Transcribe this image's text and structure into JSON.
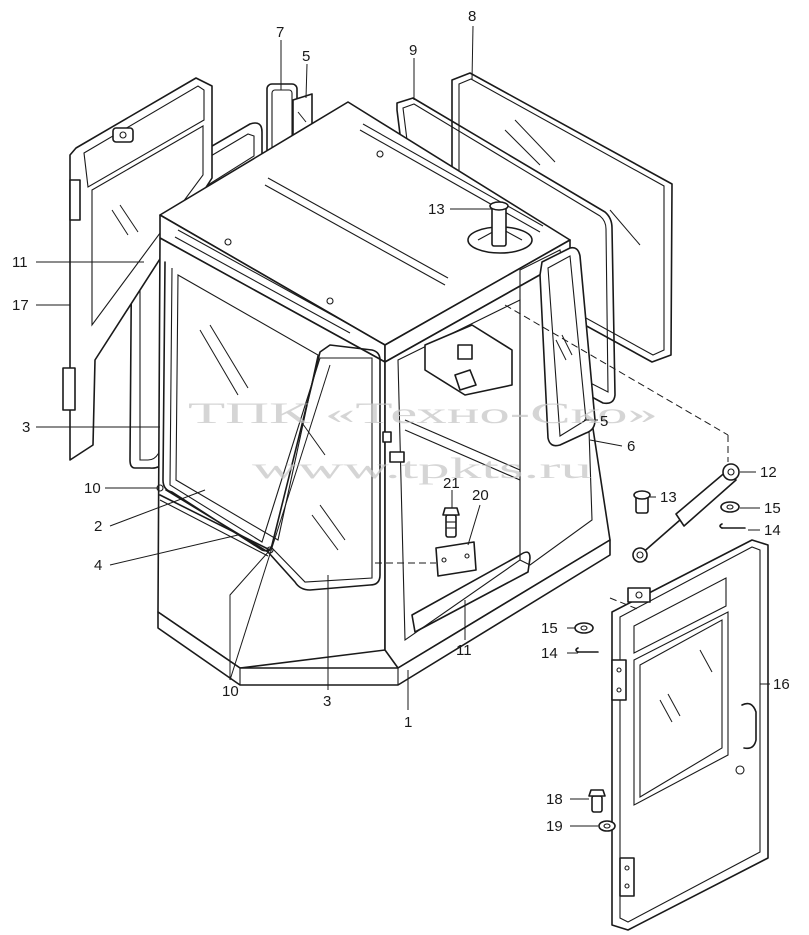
{
  "watermark": {
    "line1": "ТПК «Техно-Ско»",
    "line2": "www.tpkts.ru"
  },
  "callouts": {
    "c7": "7",
    "c5_top": "5",
    "c8": "8",
    "c9": "9",
    "c13_top": "13",
    "c11_left": "11",
    "c17": "17",
    "c3_left": "3",
    "c10_left": "10",
    "c2": "2",
    "c4": "4",
    "c10_bottom": "10",
    "c3_bottom": "3",
    "c1": "1",
    "c11_bottom": "11",
    "c21": "21",
    "c20": "20",
    "c5_right": "5",
    "c6": "6",
    "c12": "12",
    "c13_right": "13",
    "c15_right": "15",
    "c14_right": "14",
    "c15_left": "15",
    "c14_left": "14",
    "c16": "16",
    "c18": "18",
    "c19": "19"
  }
}
